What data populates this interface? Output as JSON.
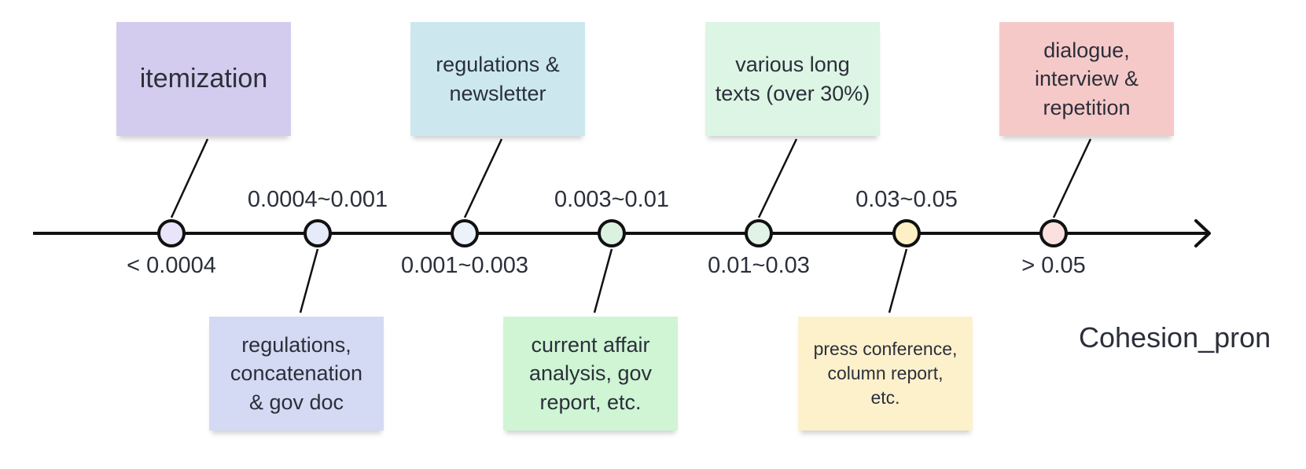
{
  "axis_title": "Cohesion_pron",
  "nodes": [
    {
      "range": "< 0.0004",
      "label": "itemization",
      "card_color": "#d4ccee",
      "dot_color": "#eae4fb",
      "position": "above"
    },
    {
      "range": "0.0004~0.001",
      "label": "regulations,\nconcatenation\n& gov doc",
      "card_color": "#d4daf3",
      "dot_color": "#e6ebfa",
      "position": "below"
    },
    {
      "range": "0.001~0.003",
      "label": "regulations &\nnewsletter",
      "card_color": "#cce8ee",
      "dot_color": "#ecf2fa",
      "position": "above"
    },
    {
      "range": "0.003~0.01",
      "label": "current affair\nanalysis, gov\nreport, etc.",
      "card_color": "#cff5d4",
      "dot_color": "#dcf2e0",
      "position": "below"
    },
    {
      "range": "0.01~0.03",
      "label": "various long\ntexts (over 30%)",
      "card_color": "#ddf5e4",
      "dot_color": "#e0f3e5",
      "position": "above"
    },
    {
      "range": "0.03~0.05",
      "label": "press conference,\ncolumn report,\netc.",
      "card_color": "#fdf1cc",
      "dot_color": "#fdf0c4",
      "position": "below"
    },
    {
      "range": "> 0.05",
      "label": "dialogue,\ninterview &\nrepetition",
      "card_color": "#f6c9c9",
      "dot_color": "#fbe0e0",
      "position": "above"
    }
  ],
  "colors": {
    "axis": "#111111",
    "text": "#2b2f3a"
  }
}
